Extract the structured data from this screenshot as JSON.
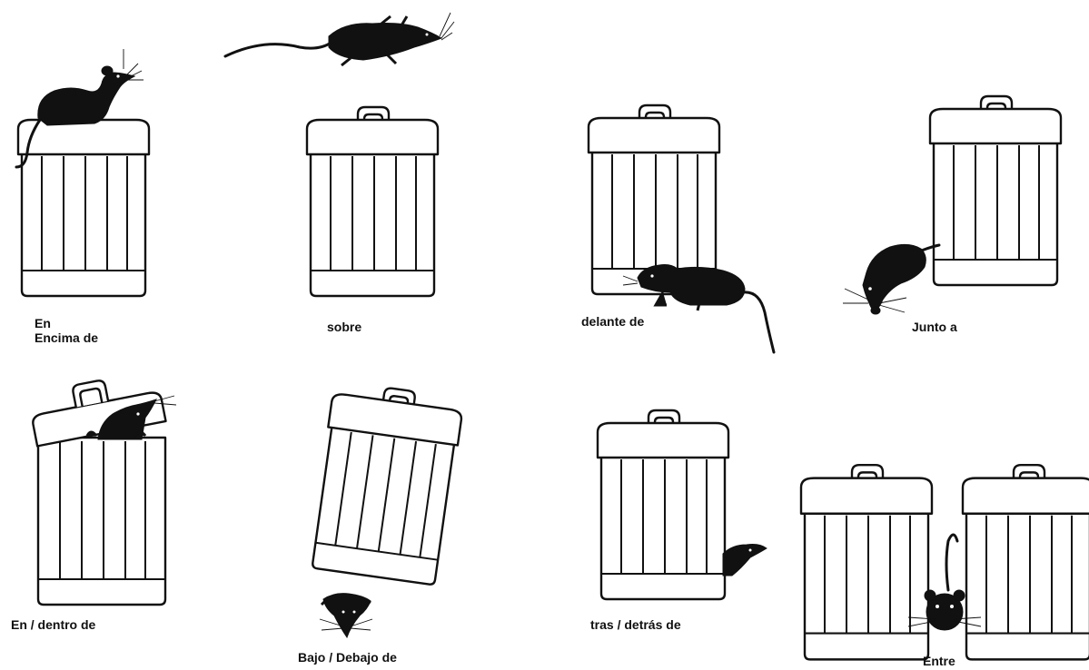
{
  "labels": {
    "en": "En",
    "encima_de": "Encima de",
    "sobre": "sobre",
    "delante_de": "delante de",
    "junto_a": "Junto a",
    "dentro_de": "En / dentro de",
    "debajo_de": "Bajo / Debajo de",
    "detras_de": "tras / detrás de",
    "entre": "Entre"
  }
}
